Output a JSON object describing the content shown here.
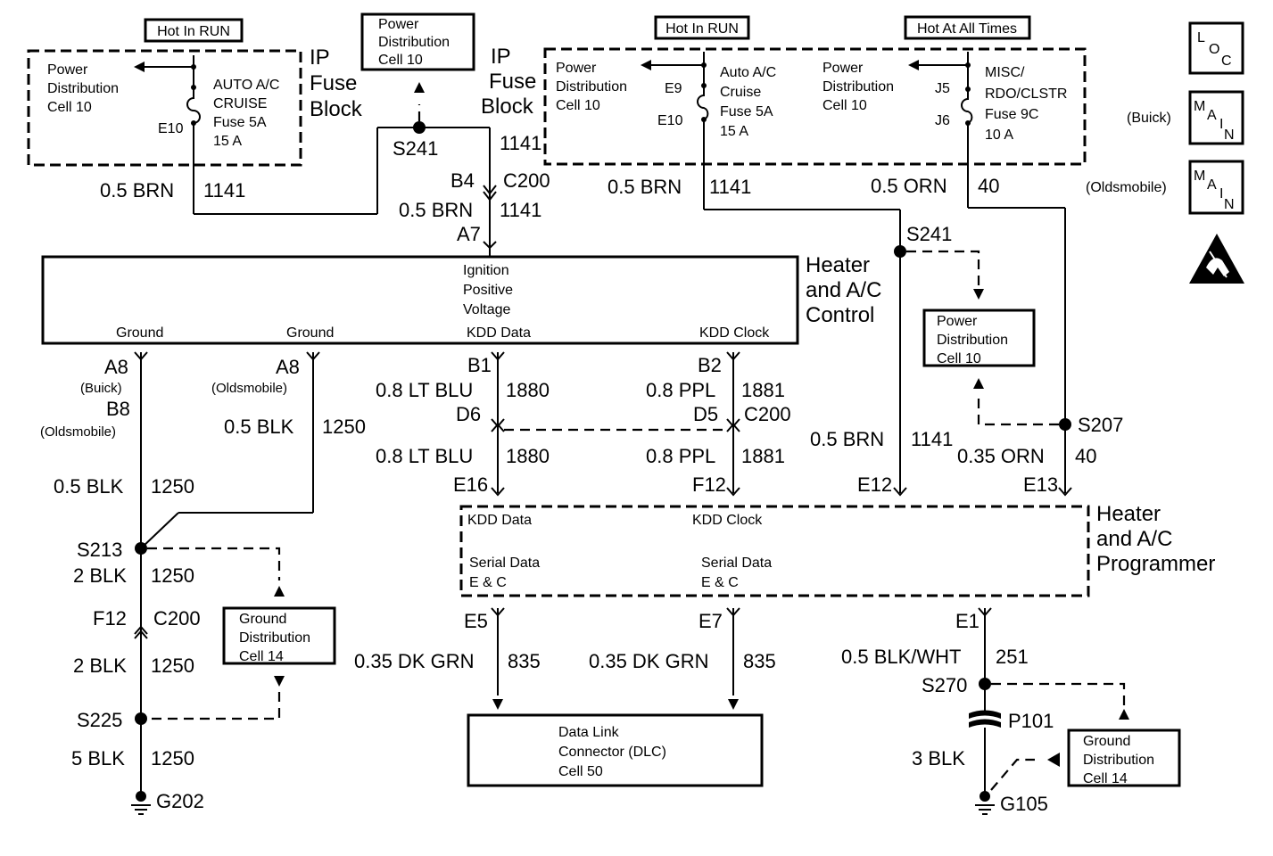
{
  "fuse_block_left": {
    "tag": "Hot In RUN",
    "out_label": "Power Distribution Cell 10",
    "fuse_label": [
      "AUTO A/C",
      "CRUISE",
      "Fuse 5A",
      "15 A"
    ],
    "terminal": "E10",
    "block_name": [
      "IP",
      "Fuse",
      "Block"
    ]
  },
  "power_dist_top": [
    "Power",
    "Distribution",
    "Cell 10"
  ],
  "splice_top": "S241",
  "circuit_1141": "1141",
  "wire_05brn": "0.5 BRN",
  "fuse_block_right": {
    "block_name": [
      "IP",
      "Fuse",
      "Block"
    ],
    "tag_run": "Hot In RUN",
    "tag_all": "Hot At All Times",
    "pd1": [
      "Power",
      "Distribution",
      "Cell 10"
    ],
    "pd2": [
      "Power",
      "Distribution",
      "Cell 10"
    ],
    "fuse1": [
      "Auto A/C",
      "Cruise",
      "Fuse 5A",
      "15 A"
    ],
    "fuse2": [
      "MISC/",
      "RDO/CLSTR",
      "Fuse 9C",
      "10 A"
    ],
    "t_e9": "E9",
    "t_e10": "E10",
    "t_j5": "J5",
    "t_j6": "J6"
  },
  "wire_05orn": "0.5 ORN",
  "circuit_40": "40",
  "conn_b4": "B4",
  "conn_c200": "C200",
  "conn_a7": "A7",
  "control": {
    "name": [
      "Heater",
      "and A/C",
      "Control"
    ],
    "ign": [
      "Ignition",
      "Positive",
      "Voltage"
    ],
    "ground1": "Ground",
    "ground2": "Ground",
    "kdd_data": "KDD Data",
    "kdd_clock": "KDD Clock"
  },
  "s241_right": "S241",
  "pd_mid": [
    "Power",
    "Distribution",
    "Cell 10"
  ],
  "s207": "S207",
  "left": {
    "a8": "A8",
    "buick": "(Buick)",
    "b8": "B8",
    "olds": "(Oldsmobile)",
    "a8b": "A8",
    "oldsb": "(Oldsmobile)",
    "wire_05blk": "0.5 BLK",
    "c1250": "1250",
    "s213": "S213",
    "wire_2blk": "2 BLK",
    "f12": "F12",
    "c200": "C200",
    "s225": "S225",
    "wire_5blk": "5 BLK",
    "g202": "G202",
    "gd": [
      "Ground",
      "Distribution",
      "Cell 14"
    ]
  },
  "kdd": {
    "b1": "B1",
    "ltblu": "0.8 LT BLU",
    "c1880": "1880",
    "d6": "D6",
    "e16": "E16",
    "b2": "B2",
    "ppl": "0.8 PPL",
    "c1881": "1881",
    "d5": "D5",
    "c200": "C200",
    "f12": "F12"
  },
  "prog_wires": {
    "e12": "E12",
    "e13": "E13",
    "wire_035orn": "0.35 ORN"
  },
  "programmer": {
    "name": [
      "Heater",
      "and A/C",
      "Programmer"
    ],
    "kdd_data": "KDD Data",
    "kdd_clock": "KDD Clock",
    "serial1": [
      "Serial Data",
      "E & C"
    ],
    "serial2": [
      "Serial Data",
      "E & C"
    ]
  },
  "dlc_wires": {
    "e5": "E5",
    "e7": "E7",
    "wire_dkgrn": "0.35 DK GRN",
    "c835": "835"
  },
  "dlc": [
    "Data Link",
    "Connector (DLC)",
    "Cell 50"
  ],
  "right_ground": {
    "e1": "E1",
    "wire": "0.5 BLK/WHT",
    "c251": "251",
    "s270": "S270",
    "p101": "P101",
    "wire_3blk": "3 BLK",
    "g105": "G105",
    "gd": [
      "Ground",
      "Distribution",
      "Cell 14"
    ]
  },
  "icons": {
    "loc": [
      "L",
      "O",
      "C"
    ],
    "main": [
      "M",
      "A",
      "I",
      "N"
    ],
    "buick": "(Buick)",
    "olds": "(Oldsmobile)"
  }
}
